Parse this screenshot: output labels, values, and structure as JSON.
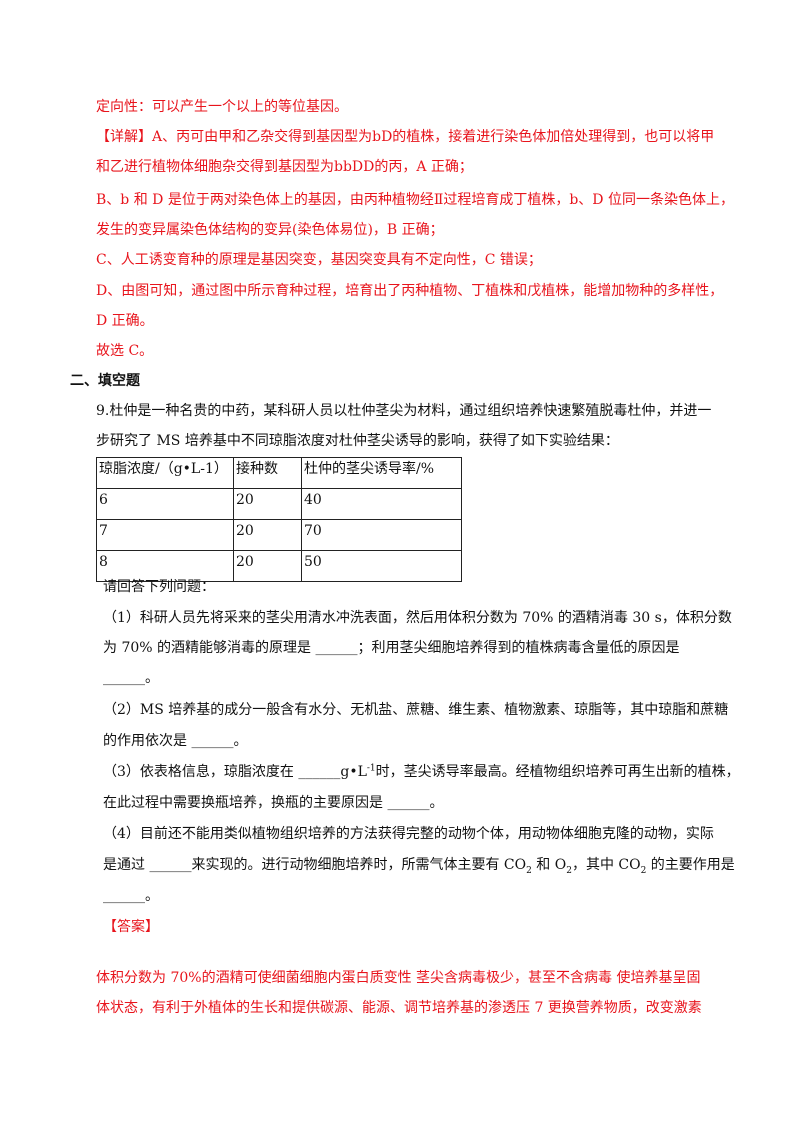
{
  "explanation": {
    "line_0": "定向性：可以产生一个以上的等位基因。",
    "detail_tag": "【详解】",
    "line_1": "A、丙可由甲和乙杂交得到基因型为bD的植株，接着进行染色体加倍处理得到，也可以将甲",
    "line_2": "和乙进行植物体细胞杂交得到基因型为bbDD的丙，A 正确；",
    "line_3": "B、b 和 D 是位于两对染色体上的基因，由丙种植物经Ⅱ过程培育成丁植株，b、D 位同一条染色体上，",
    "line_4": "发生的变异属染色体结构的变异(染色体易位)，B 正确；",
    "line_5": "C、人工诱变育种的原理是基因突变，基因突变具有不定向性，C 错误；",
    "line_6": "D、由图可知，通过图中所示育种过程，培育出了丙种植物、丁植株和戊植株，能增加物种的多样性，",
    "line_7": "D 正确。",
    "line_8": "故选 C。"
  },
  "section": {
    "title": "二、填空题"
  },
  "question": {
    "intro_1": "9.杜仲是一种名贵的中药，某科研人员以杜仲茎尖为材料，通过组织培养快速繁殖脱毒杜仲，并进一",
    "intro_2": "步研究了 MS 培养基中不同琼脂浓度对杜仲茎尖诱导的影响，获得了如下实验结果：",
    "table": {
      "headers": [
        "琼脂浓度/（g•L-1）",
        "接种数",
        "杜仲的茎尖诱导率/%"
      ],
      "rows": [
        [
          "6",
          "20",
          "40"
        ],
        [
          "7",
          "20",
          "70"
        ],
        [
          "8",
          "20",
          "50"
        ]
      ]
    },
    "prompt": "请回答下列问题：",
    "q1_line1": "（1）科研人员先将采来的茎尖用清水冲洗表面，然后用体积分数为 70% 的酒精消毒 30 s，体积分数",
    "q1_line2": "为 70% 的酒精能够消毒的原理是 ______；利用茎尖细胞培养得到的植株病毒含量低的原因是",
    "q1_line3": "______。",
    "q2_line1": "（2）MS 培养基的成分一般含有水分、无机盐、蔗糖、维生素、植物激素、琼脂等，其中琼脂和蔗糖",
    "q2_line2": "的作用依次是 ______。",
    "q3_line1_a": "（3）依表格信息，琼脂浓度在 ______g•L",
    "q3_line1_sup": "-1",
    "q3_line1_b": "时，茎尖诱导率最高。经植物组织培养可再生出新的植株，",
    "q3_line2": "在此过程中需要换瓶培养，换瓶的主要原因是 ______。",
    "q4_line1": "（4）目前还不能用类似植物组织培养的方法获得完整的动物个体，用动物体细胞克隆的动物，实际",
    "q4_line2_a": "是通过 ______来实现的。进行动物细胞培养时，所需气体主要有 CO",
    "q4_sub1": "2",
    "q4_line2_b": " 和 O",
    "q4_sub2": "2",
    "q4_line2_c": "，其中 CO",
    "q4_sub3": "2",
    "q4_line2_d": " 的主要作用是",
    "q4_line3": "______。"
  },
  "answer": {
    "tag": "【答案】",
    "line_1": "体积分数为 70%的酒精可使细菌细胞内蛋白质变性   茎尖含病毒极少，甚至不含病毒   使培养基呈固",
    "line_2": "体状态，有利于外植体的生长和提供碳源、能源、调节培养基的渗透压   7   更换营养物质，改变激素"
  },
  "colors": {
    "answer_red": "#e8141c",
    "text_black": "#111111"
  }
}
